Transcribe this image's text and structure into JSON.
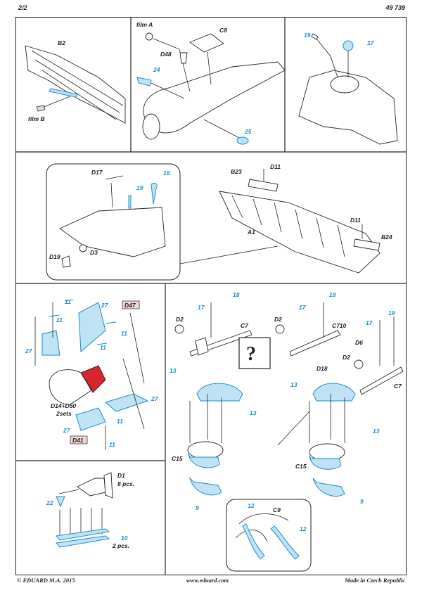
{
  "header": {
    "page": "2/2",
    "code": "49 739"
  },
  "footer": {
    "left": "© EDUARD  M.A. 2015",
    "center": "www.eduard.com",
    "right": "Made in Czech Republic"
  },
  "panels": {
    "p1": {
      "b2": "B2",
      "film_b": "film B"
    },
    "p2": {
      "film_a": "film A",
      "c8": "C8",
      "d48": "D48",
      "n24": "24",
      "n25": "25"
    },
    "p3": {
      "n19": "19",
      "n17": "17"
    },
    "p4": {
      "d17": "D17",
      "n16": "16",
      "n19": "19",
      "d19": "D19",
      "d3": "D3"
    },
    "p5": {
      "b23": "B23",
      "d11a": "D11",
      "a1": "A1",
      "d11b": "D11",
      "b24": "B24"
    },
    "p6": {
      "n11a": "11",
      "n11b": "11",
      "n27a": "27",
      "d47": "D47",
      "n11c": "11",
      "n11d": "11",
      "n27b": "27",
      "n27c": "27",
      "d14": "D14+D50",
      "sets": "2sets",
      "n11e": "11",
      "n27d": "27",
      "d41": "D41",
      "n11f": "11"
    },
    "p7": {
      "d1": "D1",
      "pcs8": "8 pcs.",
      "n22": "22",
      "n10": "10",
      "pcs2": "2 pcs."
    },
    "p8": {
      "n17": "17",
      "n18": "18",
      "d2": "D2",
      "c7": "C7",
      "q": "?",
      "n13a": "13",
      "n13b": "13",
      "c15": "C15",
      "n9": "9"
    },
    "p9": {
      "n12a": "12",
      "c9": "C9",
      "n12b": "12"
    },
    "p10": {
      "n17a": "17",
      "n18a": "18",
      "d2a": "D2",
      "c710": "C710",
      "n17b": "17",
      "n18b": "18",
      "d6": "D6",
      "d18": "D18",
      "d2b": "D2",
      "c7": "C7",
      "n13a": "13",
      "n13b": "13",
      "c15": "C15",
      "n9": "9"
    }
  }
}
